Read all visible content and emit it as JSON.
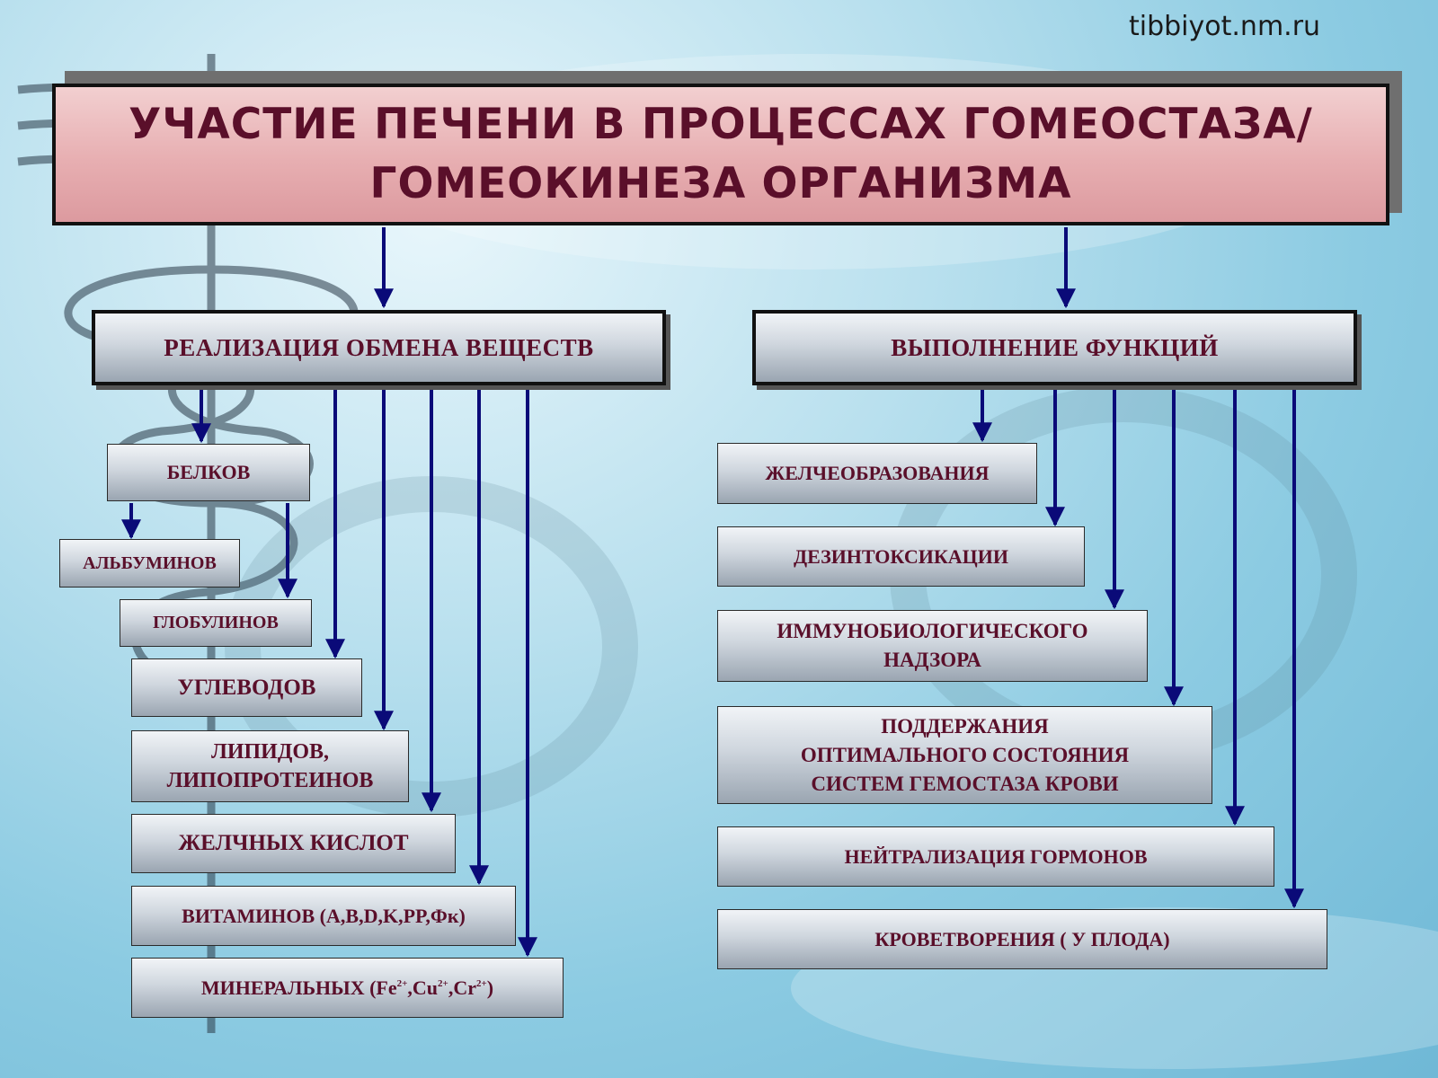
{
  "watermark": "tibbiyot.nm.ru",
  "title": {
    "line1": "УЧАСТИЕ  ПЕЧЕНИ  В  ПРОЦЕССАХ ГОМЕОСТАЗА/",
    "line2": "ГОМЕОКИНЕЗА  ОРГАНИЗМА"
  },
  "left": {
    "header": "РЕАЛИЗАЦИЯ  ОБМЕНА  ВЕЩЕСТВ",
    "items": {
      "proteins": "БЕЛКОВ",
      "albumins": "АЛЬБУМИНОВ",
      "globulins": "ГЛОБУЛИНОВ",
      "carbohydrates": "УГЛЕВОДОВ",
      "lipids_line1": "ЛИПИДОВ,",
      "lipids_line2": "ЛИПОПРОТЕИНОВ",
      "bile_acids": "ЖЕЛЧНЫХ  КИСЛОТ",
      "vitamins": "ВИТАМИНОВ (A,B,D,K,PP,Фк)",
      "minerals": {
        "prefix": "МИНЕРАЛЬНЫХ (Fe",
        "fe_charge": "2+",
        "cu": ",Cu",
        "cu_charge": "2+",
        "cr": ",Cr",
        "cr_charge": "2+",
        "suffix": ")"
      }
    }
  },
  "right": {
    "header": "ВЫПОЛНЕНИЕ  ФУНКЦИЙ",
    "items": {
      "bile_formation": "ЖЕЛЧЕОБРАЗОВАНИЯ",
      "detox": "ДЕЗИНТОКСИКАЦИИ",
      "immuno_line1": "ИММУНОБИОЛОГИЧЕСКОГО",
      "immuno_line2": "НАДЗОРА",
      "hemostasis_line1": "ПОДДЕРЖАНИЯ",
      "hemostasis_line2": "ОПТИМАЛЬНОГО СОСТОЯНИЯ",
      "hemostasis_line3": "СИСТЕМ  ГЕМОСТАЗА  КРОВИ",
      "hormones": "НЕЙТРАЛИЗАЦИЯ  ГОРМОНОВ",
      "hematopoiesis": "КРОВЕТВОРЕНИЯ  ( У ПЛОДА)"
    }
  },
  "colors": {
    "arrow": "#0a0a78",
    "text": "#5a0f2a",
    "title_fill": "#e7aeb1"
  }
}
